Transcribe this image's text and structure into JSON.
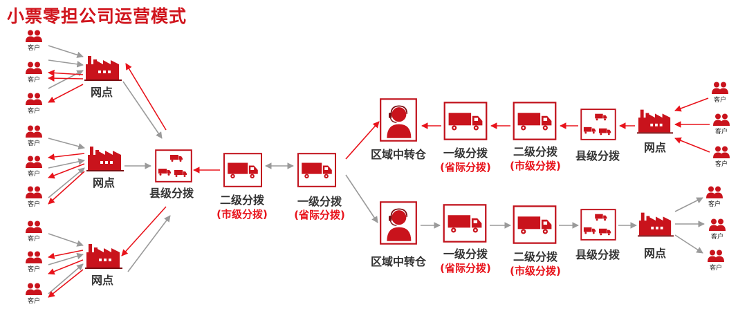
{
  "title": "小票零担公司运营模式",
  "labels": {
    "customer": "客户",
    "outlet": "网点",
    "county_hub": "县级分拨",
    "second_hub": "二级分拨",
    "second_hub_sub": "(市级分拨)",
    "first_hub": "一级分拨",
    "first_hub_sub": "(省际分拨)",
    "regional_center": "区域中转仓"
  },
  "colors": {
    "accent": "#c9131c",
    "arrow_red": "#e8131b",
    "arrow_gray": "#9a9a9a",
    "title": "#d0141c"
  },
  "icons": [
    "customer-icon",
    "factory-icon",
    "truck-icon",
    "trucks-icon",
    "operator-icon"
  ]
}
